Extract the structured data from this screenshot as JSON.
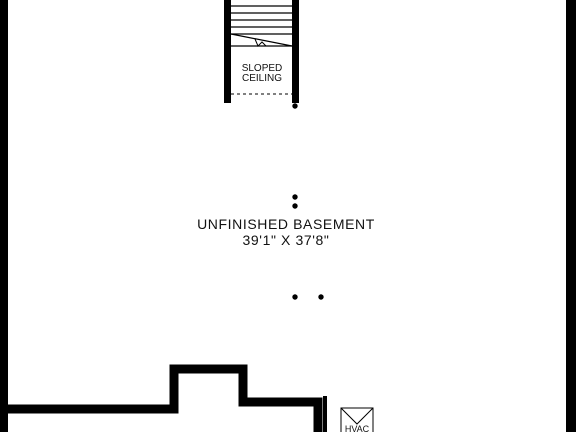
{
  "plan": {
    "room": {
      "name": "UNFINISHED BASEMENT",
      "dimensions": "39'1\" X 37'8\""
    },
    "stair_area": {
      "line1": "SLOPED",
      "line2": "CEILING"
    },
    "utility": {
      "label": "HVAC"
    },
    "colors": {
      "wall": "#000000",
      "background": "#ffffff",
      "text": "#111111"
    },
    "icons": {
      "staircase": "stair-treads",
      "hvac": "hvac-unit-symbol",
      "posts": "support-post-dot"
    }
  }
}
